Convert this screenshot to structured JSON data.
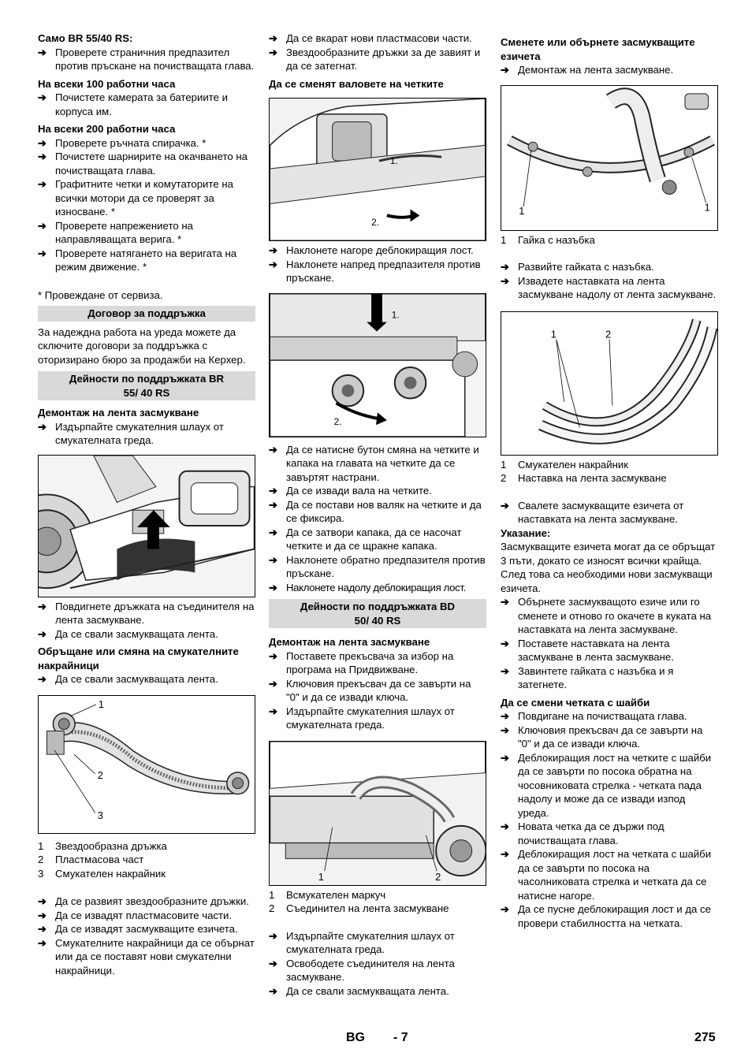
{
  "col1": {
    "s1_title": "Само BR 55/40 RS:",
    "s1_items": [
      "Проверете страничния предпазител против пръскане на почистващата глава."
    ],
    "s2_title": "На всеки 100 работни часа",
    "s2_items": [
      "Почистете камерата за батериите и корпуса им."
    ],
    "s3_title": "На всеки 200 работни часа",
    "s3_items": [
      "Проверете ръчната спирачка. *",
      "Почистете шарнирите на окачването на почистващата глава.",
      "Графитните четки и комутаторите на всички мотори да се проверят за износване. *",
      "Проверете напрежението на направляващата верига. *",
      "Проверете натягането на веригата на режим движение. *"
    ],
    "footnote": "* Провеждане от сервиза.",
    "box1": "Договор за поддръжка",
    "box1_text": "За надеждна работа на уреда можете да сключите договори за поддръжка с оторизирано бюро за продажби на Керхер.",
    "box2": "Дейности по поддръжката BR 55/ 40 RS",
    "s4_title": "Демонтаж на лента засмукване",
    "s4_items": [
      "Издърпайте смукателния шлаух от смукателната греда."
    ],
    "s4_after": [
      "Повдигнете дръжката на съединителя на лента засмукване.",
      "Да се свали засмукващата лента."
    ],
    "s5_title": "Обръщане или смяна на смукателните накрайници",
    "s5_items": [
      "Да се свали засмукващата лента."
    ],
    "fig2_labels": [
      "1",
      "2",
      "3"
    ],
    "fig2_captions": [
      {
        "n": "1",
        "t": "Звездообразна дръжка"
      },
      {
        "n": "2",
        "t": "Пластмасова част"
      },
      {
        "n": "3",
        "t": "Смукателен накрайник"
      }
    ],
    "s5_after": [
      "Да се развият звездообразните дръжки.",
      "Да се извадят пластмасовите части.",
      "Да се извадят засмукващите езичета.",
      "Смукателните накрайници да се обърнат или да се поставят нови смукателни накрайници."
    ]
  },
  "col2": {
    "top_items": [
      "Да се вкарат нови пластмасови части.",
      "Звездообразните дръжки за де завият и да се затегнат."
    ],
    "s1_title": "Да се сменят валовете на четките",
    "fig1_labels": [
      "1.",
      "2."
    ],
    "after1": [
      "Наклонете нагоре деблокиращия лост.",
      "Наклонете напред предпазителя против пръскане."
    ],
    "fig2_labels": [
      "1.",
      "2."
    ],
    "after2": [
      "Да се натисне бутон смяна на четките и капака на главата на четките да се завъртят настрани.",
      "Да се извади вала на четките.",
      "Да се постави нов валяк на четките и да се фиксира.",
      "Да се затвори капака, да се насочат четките и да се щракне капака.",
      "Наклонете обратно предпазителя против пръскане.",
      "Наклонете надолу деблокиращия лост."
    ],
    "box": "Дейности по поддръжката BD 50/ 40 RS",
    "s2_title": "Демонтаж на лента засмукване",
    "s2_items": [
      "Поставете прекъсвача за избор на програма на Придвижване.",
      "Ключовия прекъсвач да се завърти на \"0\" и да се извади ключа.",
      "Издърпайте смукателния шлаух от смукателната греда."
    ],
    "fig3_labels": [
      "1",
      "2"
    ],
    "fig3_captions": [
      {
        "n": "1",
        "t": "Всмукателен маркуч"
      },
      {
        "n": "2",
        "t": "Съединител на лента засмукване"
      }
    ],
    "after3": [
      "Издърпайте смукателния шлаух от смукателната греда.",
      "Освободете съединителя на лента засмукване.",
      "Да се свали засмукващата лента."
    ]
  },
  "col3": {
    "s1_title": "Сменете или обърнете засмукващите езичета",
    "s1_items": [
      "Демонтаж на лента засмукване."
    ],
    "fig1_labels": [
      "1",
      "1"
    ],
    "fig1_captions": [
      {
        "n": "1",
        "t": "Гайка с назъбка"
      }
    ],
    "after1": [
      "Развийте гайката с назъбка.",
      "Извадете наставката на лента засмукване надолу от лента засмукване."
    ],
    "fig2_labels": [
      "1",
      "2"
    ],
    "fig2_captions": [
      {
        "n": "1",
        "t": "Смукателен накрайник"
      },
      {
        "n": "2",
        "t": "Наставка на лента засмукване"
      }
    ],
    "after2": [
      "Свалете засмукващите езичета от наставката на лента засмукване."
    ],
    "note_title": "Указание:",
    "note_text": "Засмукващите езичета могат да се обръщат 3 пъти, докато се износят всички крайща. След това са необходими нови засмукващи езичета.",
    "after3": [
      "Обърнете засмукващото езиче или го сменете и отново го окачете в куката на наставката на лента засмукване.",
      "Поставете наставката на лента засмукване в лента засмукване.",
      "Завинтете гайката с назъбка и я затегнете."
    ],
    "s2_title": "Да се смени четката с шайби",
    "s2_items": [
      "Повдигане на почистващата глава.",
      "Ключовия прекъсвач да се завърти на \"0\" и да се извади ключа.",
      "Деблокиращия лост на четките с шайби да се завърти по посока обратна на чосовниковата стрелка - четката пада надолу и може да се извади изпод уреда.",
      "Новата четка да се държи под почистващата глава.",
      "Деблокиращия лост на четката с шайби да се завърти по посока на часолниковата стрелка и четката да се натисне нагоре.",
      "Да се пусне деблокиращия лост и да се провери стабилността на четката."
    ]
  },
  "footer": {
    "lang": "BG",
    "page_sub": "- 7",
    "page": "275"
  },
  "arrow": "➔"
}
